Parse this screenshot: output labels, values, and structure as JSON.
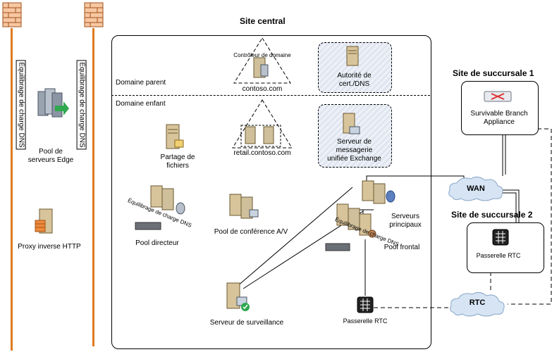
{
  "site_central": {
    "title": "Site central",
    "domaine_parent": "Domaine parent",
    "domaine_enfant": "Domaine enfant",
    "controleur_domaine": "Contrôleur de domaine",
    "contoso": "contoso.com",
    "autorite_line1": "Autorité de",
    "autorite_line2": "cert./DNS",
    "partage_line1": "Partage de",
    "partage_line2": "fichiers",
    "retail": "retail.contoso.com",
    "exchange_line1": "Serveur de",
    "exchange_line2": "messagerie",
    "exchange_line3": "unifiée Exchange",
    "pool_directeur": "Pool directeur",
    "equilibrage_dns": "Équilibrage de charge DNS",
    "pool_conference": "Pool de conférence A/V",
    "serveurs_line1": "Serveurs",
    "serveurs_line2": "principaux",
    "pool_frontal": "Pool frontal",
    "surveillance": "Serveur de surveillance",
    "passerelle_rtc": "Passerelle RTC"
  },
  "edge": {
    "pool_line1": "Pool de",
    "pool_line2": "serveurs Edge",
    "equilibrage_left": "Équilibrage de charge DNS",
    "equilibrage_right": "Équilibrage de charge DNS",
    "proxy": "Proxy inverse HTTP"
  },
  "branch1": {
    "title": "Site de succursale 1",
    "appliance_line1": "Survivable Branch",
    "appliance_line2": "Appliance"
  },
  "branch2": {
    "title": "Site de succursale 2",
    "passerelle": "Passerelle RTC"
  },
  "clouds": {
    "wan": "WAN",
    "rtc": "RTC"
  },
  "colors": {
    "firewall_pole": "#e07a1e",
    "dashed_fill": "#e6eaf2"
  }
}
